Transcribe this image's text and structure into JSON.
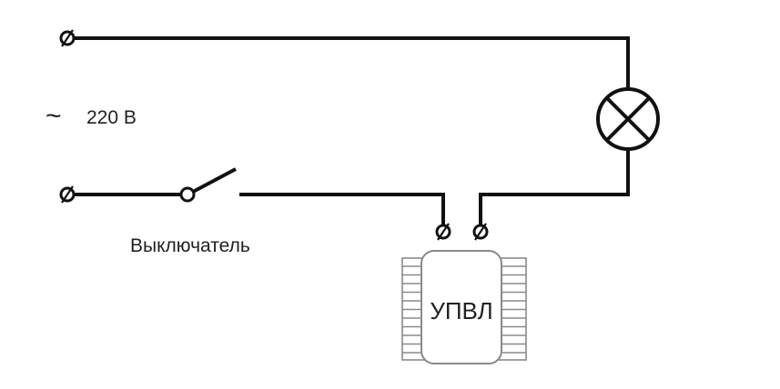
{
  "source": {
    "symbol": "~",
    "label": "220 В"
  },
  "switch": {
    "label": "Выключатель"
  },
  "device": {
    "label": "УПВЛ"
  }
}
